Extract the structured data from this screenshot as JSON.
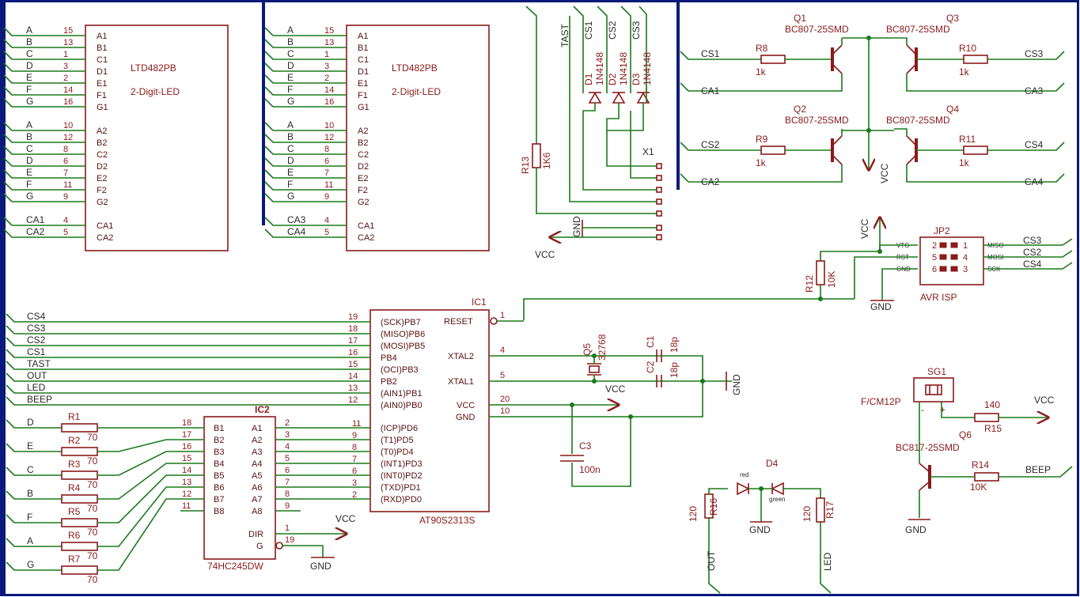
{
  "chip1": {
    "name": "LTD482PB",
    "desc": "2-Digit-LED",
    "pins": [
      {
        "net": "A",
        "num": "15",
        "pin": "A1"
      },
      {
        "net": "B",
        "num": "13",
        "pin": "B1"
      },
      {
        "net": "C",
        "num": "1",
        "pin": "C1"
      },
      {
        "net": "D",
        "num": "3",
        "pin": "D1"
      },
      {
        "net": "E",
        "num": "2",
        "pin": "E1"
      },
      {
        "net": "F",
        "num": "14",
        "pin": "F1"
      },
      {
        "net": "G",
        "num": "16",
        "pin": "G1"
      },
      {
        "net": "A",
        "num": "10",
        "pin": "A2"
      },
      {
        "net": "B",
        "num": "12",
        "pin": "B2"
      },
      {
        "net": "C",
        "num": "8",
        "pin": "C2"
      },
      {
        "net": "D",
        "num": "6",
        "pin": "D2"
      },
      {
        "net": "E",
        "num": "7",
        "pin": "E2"
      },
      {
        "net": "F",
        "num": "11",
        "pin": "F2"
      },
      {
        "net": "G",
        "num": "9",
        "pin": "G2"
      },
      {
        "net": "CA1",
        "num": "4",
        "pin": "CA1"
      },
      {
        "net": "CA2",
        "num": "5",
        "pin": "CA2"
      }
    ]
  },
  "chip2": {
    "name": "LTD482PB",
    "desc": "2-Digit-LED",
    "pins": [
      {
        "net": "A",
        "num": "15",
        "pin": "A1"
      },
      {
        "net": "B",
        "num": "13",
        "pin": "B1"
      },
      {
        "net": "C",
        "num": "1",
        "pin": "C1"
      },
      {
        "net": "D",
        "num": "3",
        "pin": "D1"
      },
      {
        "net": "E",
        "num": "2",
        "pin": "E1"
      },
      {
        "net": "F",
        "num": "14",
        "pin": "F1"
      },
      {
        "net": "G",
        "num": "16",
        "pin": "G1"
      },
      {
        "net": "A",
        "num": "10",
        "pin": "A2"
      },
      {
        "net": "B",
        "num": "12",
        "pin": "B2"
      },
      {
        "net": "C",
        "num": "8",
        "pin": "C2"
      },
      {
        "net": "D",
        "num": "6",
        "pin": "D2"
      },
      {
        "net": "E",
        "num": "7",
        "pin": "E2"
      },
      {
        "net": "F",
        "num": "11",
        "pin": "F2"
      },
      {
        "net": "G",
        "num": "9",
        "pin": "G2"
      },
      {
        "net": "CA3",
        "num": "4",
        "pin": "CA1"
      },
      {
        "net": "CA4",
        "num": "5",
        "pin": "CA2"
      }
    ]
  },
  "connector": {
    "top_labels": [
      "TAST",
      "CS1",
      "CS2",
      "CS3"
    ],
    "diodes": [
      {
        "name": "D1",
        "value": "1N4148"
      },
      {
        "name": "D2",
        "value": "1N4148"
      },
      {
        "name": "D3",
        "value": "1N4148"
      }
    ],
    "x1_label": "X1",
    "r13_name": "R13",
    "r13_value": "1K6",
    "gnd": "GND",
    "vcc": "VCC"
  },
  "drivers": {
    "transistor_value": "BC807-25SMD",
    "q_names": [
      "Q1",
      "Q3",
      "Q2",
      "Q4"
    ],
    "r_names": [
      "R8",
      "R10",
      "R9",
      "R11"
    ],
    "r_values": [
      "1k",
      "1k",
      "1k",
      "1k"
    ],
    "left_nets": [
      "CS1",
      "CA1",
      "CS2",
      "CA2"
    ],
    "right_nets": [
      "CS3",
      "CA3",
      "CS4",
      "CA4"
    ],
    "vcc": "VCC"
  },
  "isp": {
    "name": "JP2",
    "desc": "AVR ISP",
    "left_pins": [
      {
        "sig": "VTG",
        "num": "2"
      },
      {
        "sig": "RST",
        "num": "5"
      },
      {
        "sig": "GND",
        "num": "6"
      }
    ],
    "right_pins": [
      {
        "sig": "MISO",
        "num": "1"
      },
      {
        "sig": "MOSI",
        "num": "4"
      },
      {
        "sig": "SCK",
        "num": "3"
      }
    ],
    "right_nets": [
      "CS3",
      "CS2",
      "CS4"
    ],
    "vcc": "VCC",
    "gnd": "GND",
    "r12_name": "R12",
    "r12_value": "10K"
  },
  "mcu": {
    "name": "IC1",
    "part": "AT90S2313S",
    "reset_label": "RESET",
    "reset_num": "1",
    "left_pins": [
      {
        "net": "CS4",
        "num": "19",
        "pin": "(SCK)PB7"
      },
      {
        "net": "CS3",
        "num": "18",
        "pin": "(MISO)PB6"
      },
      {
        "net": "CS2",
        "num": "17",
        "pin": "(MOSI)PB5"
      },
      {
        "net": "CS1",
        "num": "16",
        "pin": "PB4"
      },
      {
        "net": "TAST",
        "num": "15",
        "pin": "(OCI)PB3"
      },
      {
        "net": "OUT",
        "num": "14",
        "pin": "PB2"
      },
      {
        "net": "LED",
        "num": "13",
        "pin": "(AIN1)PB1"
      },
      {
        "net": "BEEP",
        "num": "12",
        "pin": "(AIN0)PB0"
      }
    ],
    "right_pins": [
      {
        "pin": "XTAL2",
        "num": "4"
      },
      {
        "pin": "XTAL1",
        "num": "5"
      },
      {
        "pin": "VCC",
        "num": "20"
      },
      {
        "pin": "GND",
        "num": "10"
      }
    ],
    "pd_pins": [
      {
        "num": "11",
        "pin": "(ICP)PD6"
      },
      {
        "num": "9",
        "pin": "(T1)PD5"
      },
      {
        "num": "8",
        "pin": "(T0)PD4"
      },
      {
        "num": "7",
        "pin": "(INT1)PD3"
      },
      {
        "num": "6",
        "pin": "(INT0)PD2"
      },
      {
        "num": "3",
        "pin": "(TXD)PD1"
      },
      {
        "num": "2",
        "pin": "(RXD)PD0"
      }
    ]
  },
  "osc": {
    "q5_name": "Q5",
    "q5_value": "32768",
    "c1_name": "C1",
    "c1_value": "18p",
    "c2_name": "C2",
    "c2_value": "18p",
    "vcc": "VCC",
    "gnd": "GND",
    "c3_name": "C3",
    "c3_value": "100n"
  },
  "buffer": {
    "name": "IC2",
    "part": "74HC245DW",
    "b_pins": [
      {
        "num": "18",
        "pin": "B1"
      },
      {
        "num": "17",
        "pin": "B2"
      },
      {
        "num": "16",
        "pin": "B3"
      },
      {
        "num": "15",
        "pin": "B4"
      },
      {
        "num": "14",
        "pin": "B5"
      },
      {
        "num": "13",
        "pin": "B6"
      },
      {
        "num": "12",
        "pin": "B7"
      },
      {
        "num": "11",
        "pin": "B8"
      }
    ],
    "a_pins": [
      {
        "num": "2",
        "pin": "A1"
      },
      {
        "num": "3",
        "pin": "A2"
      },
      {
        "num": "4",
        "pin": "A3"
      },
      {
        "num": "5",
        "pin": "A4"
      },
      {
        "num": "6",
        "pin": "A5"
      },
      {
        "num": "7",
        "pin": "A6"
      },
      {
        "num": "8",
        "pin": "A7"
      },
      {
        "num": "9",
        "pin": "A8"
      }
    ],
    "dir_label": "DIR",
    "dir_num": "1",
    "g_label": "G",
    "g_num": "19",
    "vcc": "VCC",
    "gnd": "GND"
  },
  "seg_resistors": [
    {
      "net": "D",
      "name": "R1",
      "value": "70"
    },
    {
      "net": "E",
      "name": "R2",
      "value": "70"
    },
    {
      "net": "C",
      "name": "R3",
      "value": "70"
    },
    {
      "net": "B",
      "name": "R4",
      "value": "70"
    },
    {
      "net": "F",
      "name": "R5",
      "value": "70"
    },
    {
      "net": "A",
      "name": "R6",
      "value": "70"
    },
    {
      "net": "G",
      "name": "R7",
      "value": "70"
    }
  ],
  "leds": {
    "r16_name": "R16",
    "r16_value": "120",
    "r17_name": "R17",
    "r17_value": "120",
    "d4_name": "D4",
    "red": "red",
    "green": "green",
    "gnd": "GND",
    "out": "OUT",
    "led": "LED"
  },
  "beeper": {
    "sg1_name": "SG1",
    "sg1_part": "F/CM12P",
    "minus": "-",
    "plus": "+",
    "r15_name": "R15",
    "r15_value": "140",
    "vcc": "VCC",
    "q6_name": "Q6",
    "q6_value": "BC817-25SMD",
    "r14_name": "R14",
    "r14_value": "10K",
    "beep": "BEEP",
    "gnd": "GND"
  }
}
